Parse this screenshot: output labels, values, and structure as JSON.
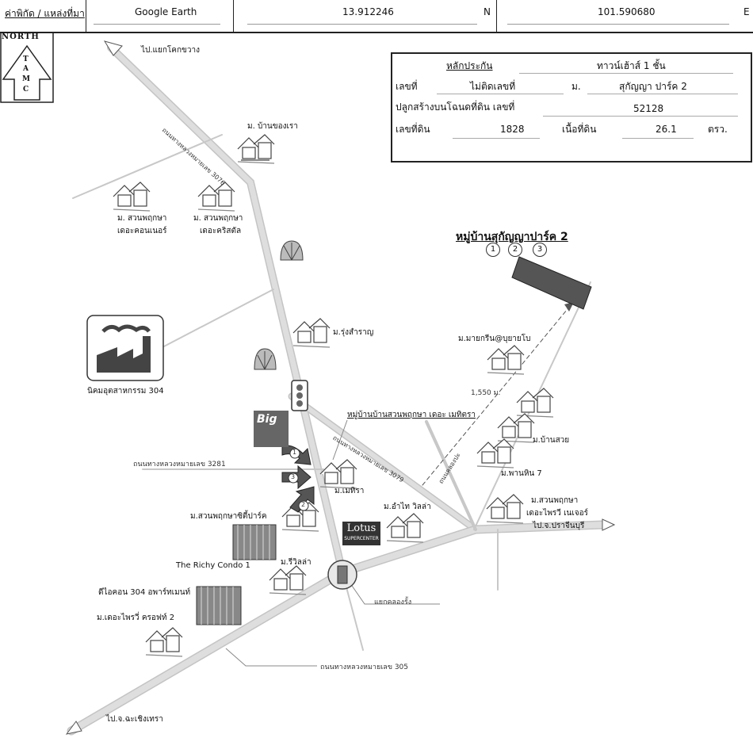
{
  "header": {
    "coord_label": "ค่าพิกัด / แหล่งที่มา",
    "source": "Google Earth",
    "latitude": "13.912246",
    "lat_dir": "N",
    "longitude": "101.590680",
    "lon_dir": "E"
  },
  "info_box": {
    "collateral_label": "หลักประกัน",
    "property_type": "ทาวน์เฮ้าส์ 1 ชั้น",
    "number_label": "เลขที่",
    "number_value": "ไม่ติดเลขที่",
    "village_label": "ม.",
    "village_value": "สุกัญญา ปาร์ค 2",
    "deed_label": "ปลูกสร้างบนโฉนดที่ดิน เลขที่",
    "deed_value": "52128",
    "land_no_label": "เลขที่ดิน",
    "land_no_value": "1828",
    "area_label": "เนื้อที่ดิน",
    "area_value": "26.1",
    "area_unit": "ตรว."
  },
  "compass": {
    "north": "NORTH",
    "letters": [
      "T",
      "A",
      "M",
      "C"
    ]
  },
  "project": {
    "title": "หมู่บ้านสุกัญญาปาร์ค 2",
    "plots": [
      "1",
      "2",
      "3"
    ]
  },
  "map_labels": {
    "to_khok_khwang": "ไป.แยกโคกขวาง",
    "road_3076": "ถนนทางหลวงหมายเลข 3076",
    "ban_khong_rao": "ม. บ้านของเรา",
    "suan_conner_1": "ม. สวนพฤกษา",
    "suan_conner_2": "เดอะคอนเนอร์",
    "suan_crystal_1": "ม. สวนพฤกษา",
    "suan_crystal_2": "เดอะคริสตัล",
    "rung_samran": "ม.รุ่งสำราญ",
    "industrial": "นิคมอุตสาหกรรม 304",
    "my_green": "ม.มายกรีน@บุยายโบ",
    "distance": "1,550 ม.",
    "suan_mettra": "หมู่บ้านบ้านสวนพฤกษา เดอะ เมทิตรา",
    "road_3079": "ถนนทางหลวงหมายเลข 3079",
    "soi": "ถนนคลองปะ",
    "ban_suay": "ม.บ้านสวย",
    "pan_hin": "ม.พานหิน 7",
    "road_3281": "ถนนทางหลวงหมายเลข 3281",
    "mettra": "ม.เมทิรา",
    "am_tai_villa": "ม.อำไท วิลล่า",
    "suan_free_1": "ม.สวนพฤกษา",
    "suan_free_2": "เดอะไพรวี เนเจอร์",
    "to_prachin": "ไป.จ.ปราจีนบุรี",
    "suan_city_park": "ม.สวนพฤกษาซิตี้ปาร์ค",
    "richy_condo": "The Richy Condo 1",
    "ri_villa": "ม.รีวิลล่า",
    "dcondo": "ดีไอคอน 304 อพาร์ทเมนท์",
    "free_craft": "ม.เดอะไพรวี่ ครอฟท์ 2",
    "intersection": "แยกคลองรั้ง",
    "road_305": "ถนนทางหลวงหมายเลข 305",
    "to_chachoengsao": "ไป.จ.ฉะเชิงเทรา",
    "lotus": "Lotus",
    "lotus_sub": "SUPERCENTER",
    "big": "Big",
    "markers": [
      "1",
      "2",
      "3"
    ]
  },
  "colors": {
    "road": "#d4d4d4",
    "road_edge": "#c0c0c0",
    "thin_road": "#c8c8c8",
    "dark": "#333333"
  }
}
